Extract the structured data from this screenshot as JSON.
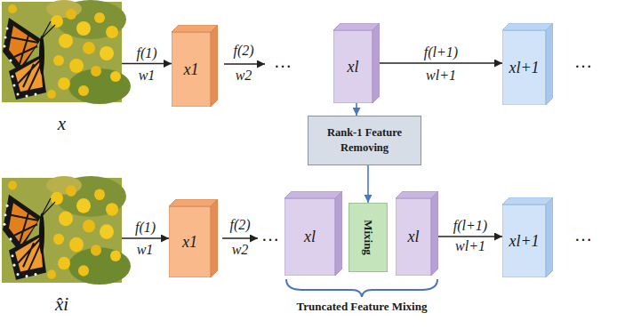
{
  "diagram": {
    "nodes": [
      {
        "text": [
          "x"
        ]
      },
      {
        "text": [
          "x1"
        ]
      },
      {
        "text": [
          "xl"
        ]
      },
      {
        "text": [
          "xl+1"
        ]
      },
      {
        "text": [
          "Rank-1 Feature Removing"
        ]
      },
      {
        "text": [
          "x̂i"
        ]
      },
      {
        "text": [
          "x1"
        ]
      },
      {
        "text": [
          "xl"
        ]
      },
      {
        "text": [
          "Mixing"
        ]
      },
      {
        "text": [
          "xl"
        ]
      },
      {
        "text": [
          "xl+1"
        ]
      }
    ],
    "edges": [
      {
        "from": 0,
        "to": 1,
        "label": "f(1)",
        "arrow": "to"
      },
      {
        "from": 2,
        "to": 3,
        "label": "f(l+1)",
        "arrow": "to"
      },
      {
        "from": 2,
        "to": 4,
        "arrow": "to"
      },
      {
        "from": 4,
        "to": 8,
        "arrow": "to"
      },
      {
        "from": 5,
        "to": 6,
        "label": "f(1)",
        "arrow": "to"
      },
      {
        "from": 9,
        "to": 10,
        "label": "f(l+1)",
        "arrow": "to"
      }
    ],
    "labels": [
      "w1",
      "f(2)",
      "w2",
      "…",
      "wl+1",
      "…",
      "w1",
      "f(2)",
      "w2",
      "…",
      "wl+1",
      "…",
      "Truncated Feature Mixing"
    ]
  }
}
